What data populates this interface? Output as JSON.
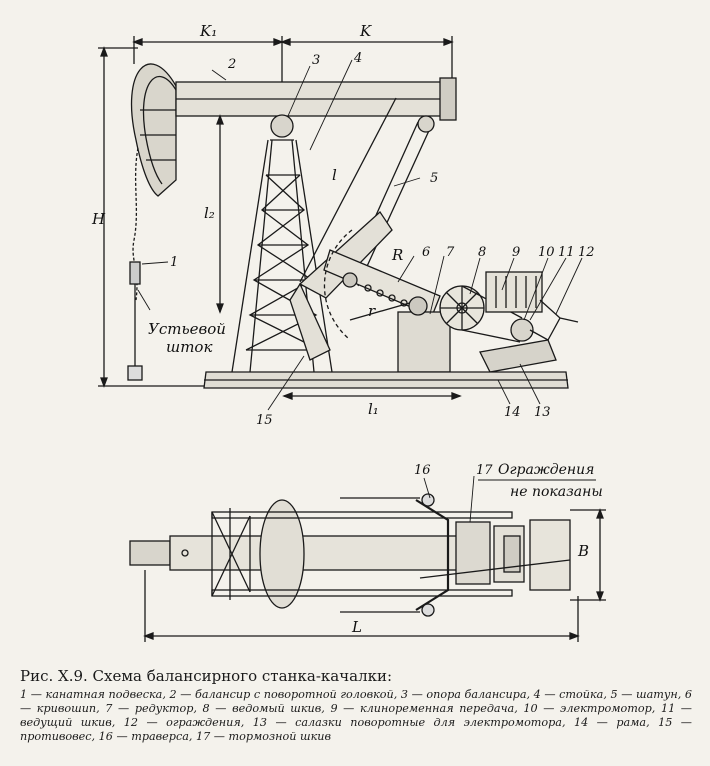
{
  "dimensions": {
    "K1": "K₁",
    "K": "K",
    "H": "H",
    "l2": "l₂",
    "l": "l",
    "R": "R",
    "r": "r",
    "l1": "l₁",
    "B": "B",
    "L": "L"
  },
  "part_numbers": {
    "n1": "1",
    "n2": "2",
    "n3": "3",
    "n4": "4",
    "n5": "5",
    "n6": "6",
    "n7": "7",
    "n8": "8",
    "n9": "9",
    "n10": "10",
    "n11": "11",
    "n12": "12",
    "n13": "13",
    "n14": "14",
    "n15": "15",
    "n16": "16",
    "n17": "17"
  },
  "annotations": {
    "wellhead_rod_line1": "Устьевой",
    "wellhead_rod_line2": "шток",
    "guards_line1": "Ограждения",
    "guards_line2": "не показаны"
  },
  "caption": {
    "title": "Рис. X.9. Схема балансирного станка-качалки:",
    "legend": "1 — канатная подвеска, 2 — балансир с поворотной головкой, 3 — опора балансира, 4 — стойка, 5 — шатун, 6 — кривошип, 7 — редуктор, 8 — ведомый шкив, 9 — клиноременная передача, 10 — электромотор, 11 — ведущий шкив, 12 — ограждения, 13 — салазки поворотные для электромотора, 14 — рама, 15 — противовес, 16 — траверса, 17 — тормозной шкив"
  }
}
